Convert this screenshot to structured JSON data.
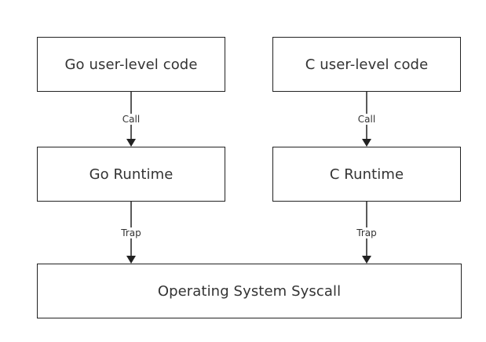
{
  "nodes": {
    "go_user_code": "Go user-level code",
    "c_user_code": "C user-level code",
    "go_runtime": "Go Runtime",
    "c_runtime": "C Runtime",
    "os_syscall": "Operating System Syscall"
  },
  "edges": {
    "go_call": "Call",
    "c_call": "Call",
    "go_trap": "Trap",
    "c_trap": "Trap"
  }
}
